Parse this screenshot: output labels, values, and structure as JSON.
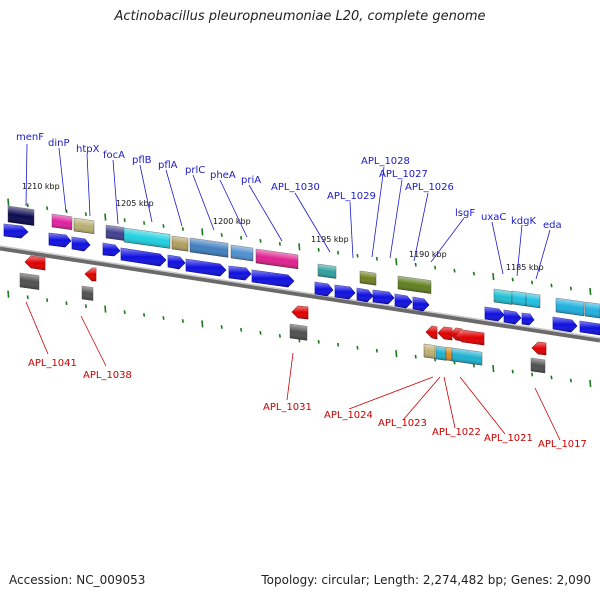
{
  "title": "Actinobacillus pleuropneumoniae L20, complete genome",
  "footer": {
    "accession": "Accession: NC_009053",
    "summary": "Topology: circular; Length: 2,274,482 bp; Genes: 2,090"
  },
  "colors": {
    "forward_gene": "#1010e0",
    "reverse_gene": "#e00000",
    "backbone": "#888888",
    "tick": "#1a7a1a",
    "forward_label": "#1a1acc",
    "reverse_label": "#cc0000"
  },
  "kbp_markers": [
    "1210 kbp",
    "1205 kbp",
    "1200 kbp",
    "1195 kbp",
    "1190 kbp",
    "1185 kbp"
  ],
  "forward_labels": [
    "menF",
    "dinP",
    "htpX",
    "focA",
    "pflB",
    "pflA",
    "prlC",
    "pheA",
    "priA",
    "APL_1030",
    "APL_1029",
    "APL_1028",
    "APL_1027",
    "APL_1026",
    "lsgF",
    "uxaC",
    "kdgK",
    "eda"
  ],
  "reverse_labels": [
    "APL_1041",
    "APL_1038",
    "APL_1031",
    "APL_1024",
    "APL_1023",
    "APL_1022",
    "APL_1021",
    "APL_1017"
  ],
  "cog_colors": [
    "#0a0a50",
    "#e020a0",
    "#b8b070",
    "#404090",
    "#20d0e0",
    "#b0a060",
    "#4080c0",
    "#5090d0",
    "#e02090",
    "#30a0a0",
    "#708020",
    "#608020",
    "#20c0d0",
    "#20c0e0",
    "#20b0e0",
    "#505050",
    "#505050",
    "#505050",
    "#c0b070",
    "#20b0d0",
    "#505050"
  ]
}
